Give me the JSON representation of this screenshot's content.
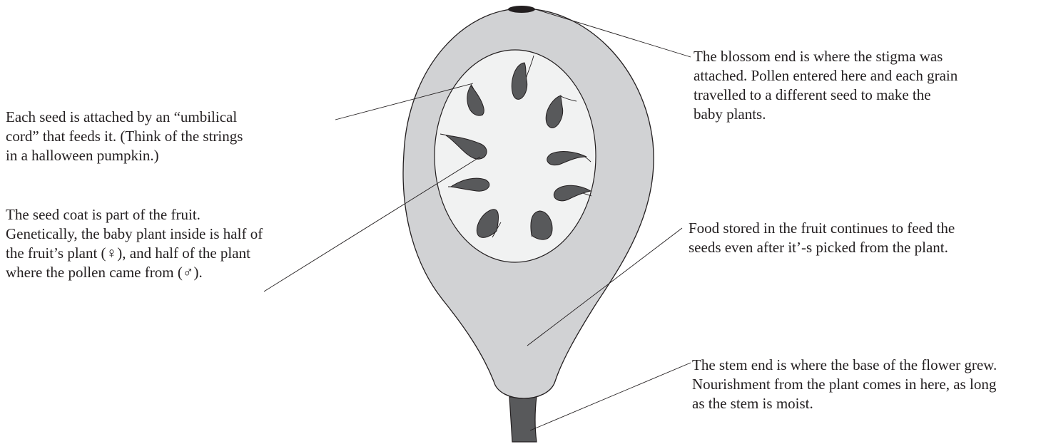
{
  "diagram": {
    "labels": {
      "umbilical": [
        "Each seed is attached by an “umbilical",
        "cord” that feeds it. (Think of the strings",
        "in a halloween pumpkin.)"
      ],
      "seed_coat": [
        "The seed coat is part of the fruit.",
        "Genetically, the baby plant inside is half of",
        "the fruit’s plant (♀), and half of the plant",
        "where the pollen came from (♂)."
      ],
      "blossom_end": [
        "The blossom end is where the stigma was",
        "attached. Pollen entered here and each grain",
        "travelled to a different seed to make the",
        "baby plants."
      ],
      "food_stored": [
        "Food stored in the fruit continues to feed the",
        "seeds even after it’-s picked from the plant."
      ],
      "stem_end": [
        "The stem end is where the base of the flower grew.",
        "Nourishment from the plant comes in here, as long",
        "as the stem is moist."
      ]
    },
    "colors": {
      "flesh": "#d1d2d4",
      "cavity": "#f1f2f2",
      "seed": "#58595b",
      "stem": "#58595b",
      "outline": "#231f20"
    }
  }
}
